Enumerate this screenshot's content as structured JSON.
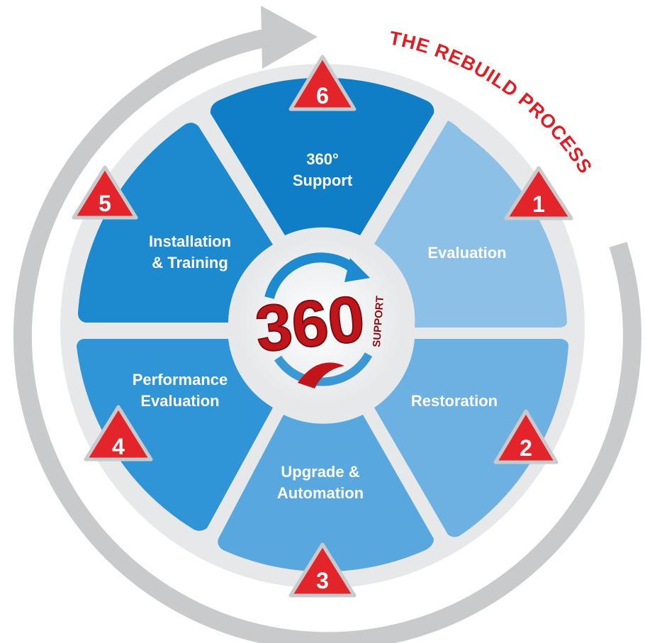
{
  "title": "THE REBUILD PROCESS",
  "logo": {
    "number": "360",
    "word": "SUPPORT"
  },
  "colors": {
    "ring": "#c9cacc",
    "badge": "#e3242b",
    "title": "#e11d24",
    "segments": [
      "#8cc0e6",
      "#6db1e2",
      "#58a8df",
      "#2f95d6",
      "#1d8ad0",
      "#0f7ec7"
    ]
  },
  "steps": [
    {
      "number": "1",
      "lines": [
        "Evaluation"
      ]
    },
    {
      "number": "2",
      "lines": [
        "Restoration"
      ]
    },
    {
      "number": "3",
      "lines": [
        "Upgrade &",
        "Automation"
      ]
    },
    {
      "number": "4",
      "lines": [
        "Performance",
        "Evaluation"
      ]
    },
    {
      "number": "5",
      "lines": [
        "Installation",
        "& Training"
      ]
    },
    {
      "number": "6",
      "lines": [
        "360°",
        "Support"
      ]
    }
  ]
}
